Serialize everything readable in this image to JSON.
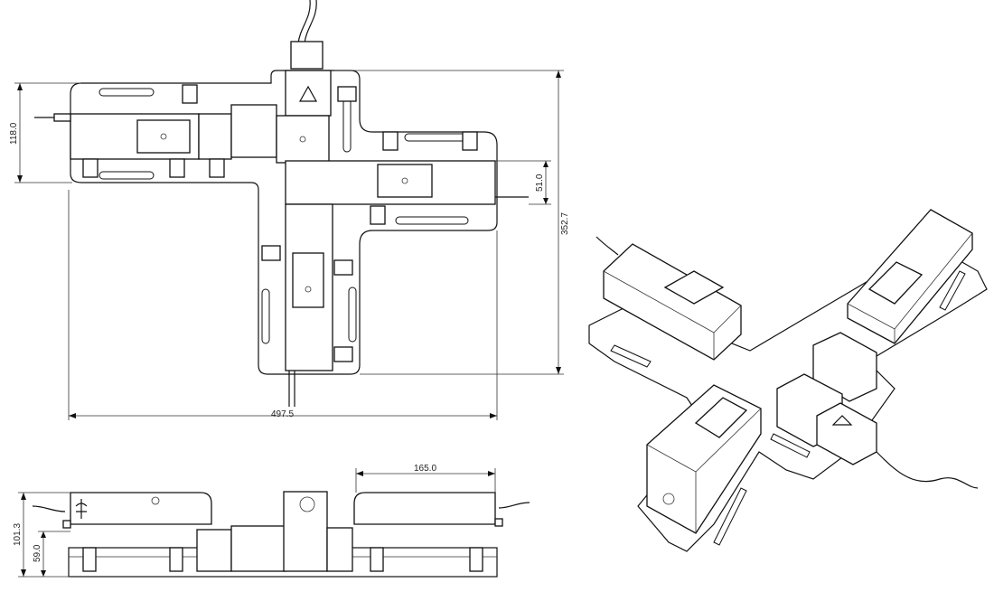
{
  "dimensions": {
    "width_total": "497.5",
    "height_total": "352.7",
    "arm_height": "118.0",
    "small_offset": "51.0",
    "side_length": "165.0",
    "side_height": "101.3",
    "side_base": "59.0"
  },
  "colors": {
    "line": "#111111",
    "background": "#ffffff"
  }
}
